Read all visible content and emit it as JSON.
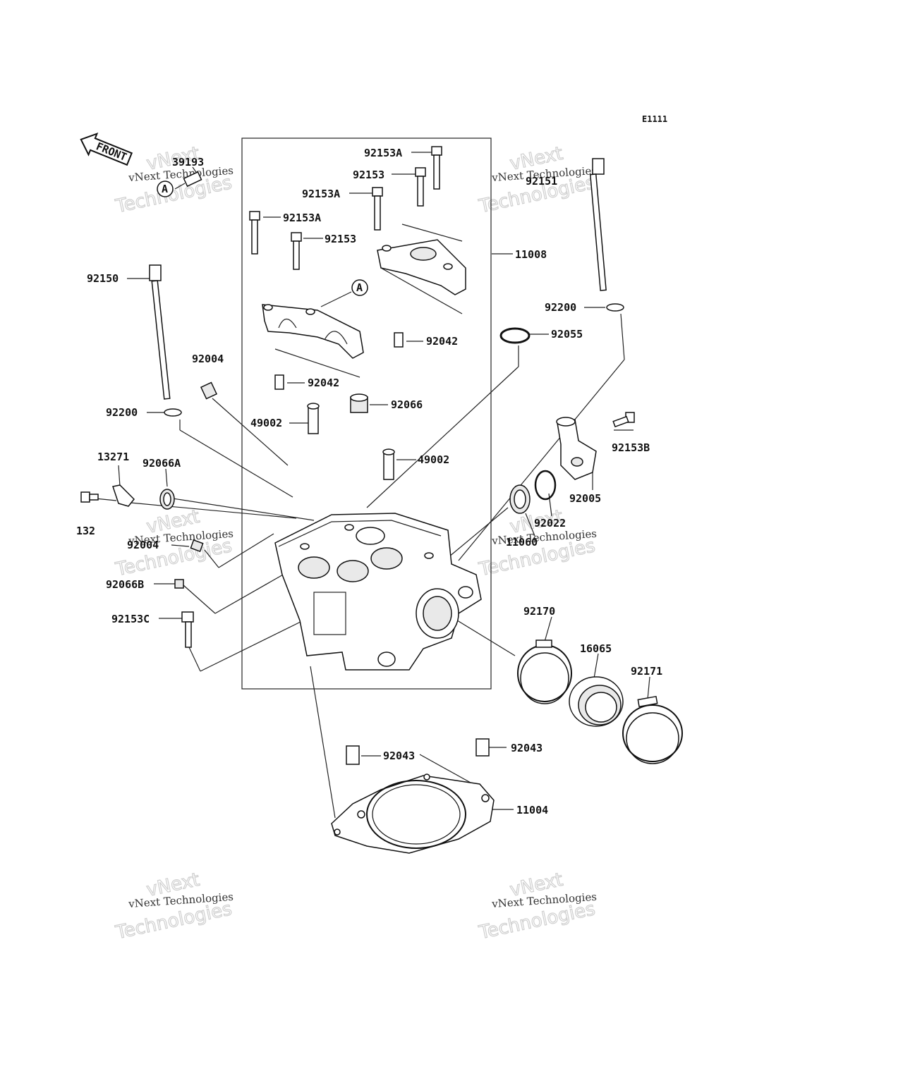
{
  "diagram": {
    "code": "E1111",
    "front_label": "FRONT",
    "ref_marker": "A",
    "parts": {
      "p39193": "39193",
      "p92153A_1": "92153A",
      "p92153_1": "92153",
      "p92153A_2": "92153A",
      "p92153A_3": "92153A",
      "p92153_2": "92153",
      "p92151": "92151",
      "p11008": "11008",
      "p92150": "92150",
      "p92200_1": "92200",
      "p92055": "92055",
      "p92042_1": "92042",
      "p92004_1": "92004",
      "p92042_2": "92042",
      "p92066": "92066",
      "p92200_2": "92200",
      "p49002_1": "49002",
      "p92153B": "92153B",
      "p13271": "13271",
      "p92066A": "92066A",
      "p49002_2": "49002",
      "p92005": "92005",
      "p132": "132",
      "p92022": "92022",
      "p11060": "11060",
      "p92004_2": "92004",
      "p92066B": "92066B",
      "p92170": "92170",
      "p92153C": "92153C",
      "p16065": "16065",
      "p92171": "92171",
      "p92043_1": "92043",
      "p92043_2": "92043",
      "p11004": "11004"
    },
    "watermark": {
      "line1": "vNext Technologies",
      "line2": "vNext",
      "line3": "Technologies"
    }
  }
}
